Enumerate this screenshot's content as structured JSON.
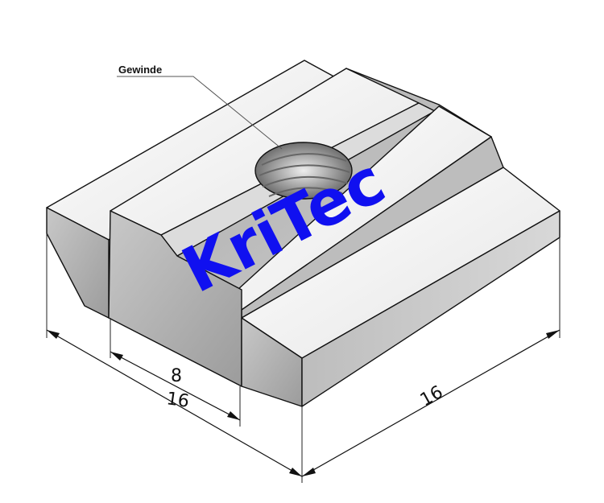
{
  "annotation": {
    "label": "Gewinde"
  },
  "dimensions": {
    "inner_width": "8",
    "front_width": "16",
    "depth": "16"
  },
  "watermark": {
    "text": "KriTec",
    "color": "#1010f0"
  },
  "colors": {
    "outline": "#111111",
    "face_light": "#f2f2f2",
    "face_mid": "#cfcfcf",
    "face_dark": "#9a9a9a"
  }
}
